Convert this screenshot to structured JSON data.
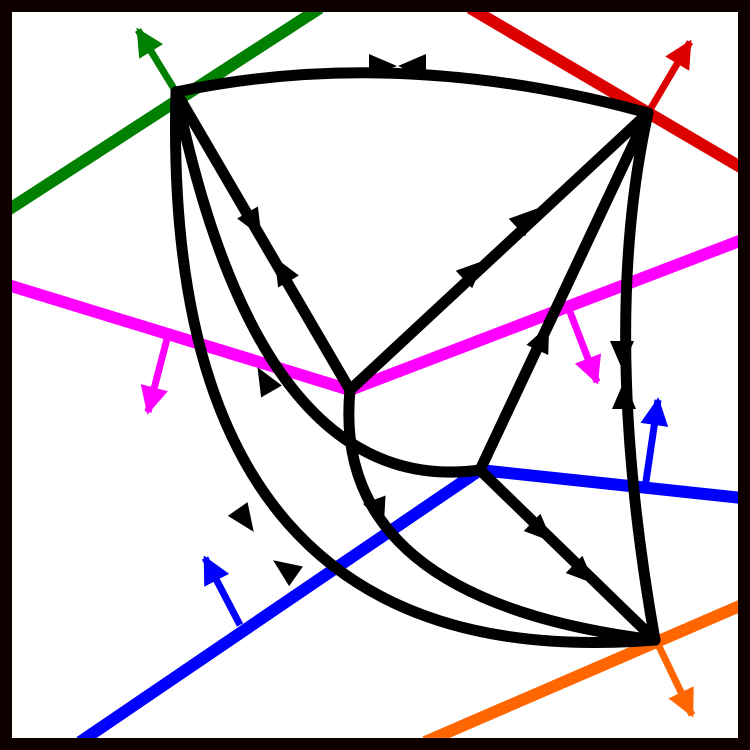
{
  "diagram": {
    "kind": "directed graph with colored lines",
    "border_color": "#0f0000",
    "background": "#ffffff",
    "edge_color": "#000000",
    "vertices": [
      {
        "id": "v_top_left"
      },
      {
        "id": "v_top_right"
      },
      {
        "id": "v_center"
      },
      {
        "id": "v_mid"
      },
      {
        "id": "v_bottom_right"
      }
    ],
    "edges": [
      {
        "id": "top-arc",
        "from": "v_top_left",
        "to": "v_top_right",
        "arrows": "opposing-at-middle"
      },
      {
        "id": "tl-to-center",
        "from": "v_top_left",
        "to": "v_center",
        "arrows": "opposing-pair"
      },
      {
        "id": "center-to-tr",
        "from": "v_center",
        "to": "v_top_right",
        "arrows": "forward-pair"
      },
      {
        "id": "tl-curve-to-mid",
        "from": "v_top_left",
        "to": "v_mid",
        "arrows": "single"
      },
      {
        "id": "mid-to-tr",
        "from": "v_mid",
        "to": "v_top_right",
        "arrows": "single"
      },
      {
        "id": "right-side",
        "from": "v_top_right",
        "to": "v_bottom_right",
        "arrows": "opposing-pair"
      },
      {
        "id": "center-to-br",
        "from": "v_center",
        "to": "v_bottom_right",
        "arrows": "single"
      },
      {
        "id": "mid-to-br",
        "from": "v_mid",
        "to": "v_bottom_right",
        "arrows": "forward-pair"
      },
      {
        "id": "left-outer",
        "from": "v_top_left",
        "to": "v_bottom_right",
        "arrows": "opposing-pair"
      }
    ],
    "lines": [
      {
        "id": "green-line",
        "color": "#008000"
      },
      {
        "id": "red-line",
        "color": "#dd0000"
      },
      {
        "id": "magenta-line",
        "color": "#ff00ff"
      },
      {
        "id": "blue-upper-line",
        "color": "#0000ff"
      },
      {
        "id": "blue-lower-line",
        "color": "#0000ff"
      },
      {
        "id": "orange-line",
        "color": "#ff6600"
      }
    ]
  }
}
